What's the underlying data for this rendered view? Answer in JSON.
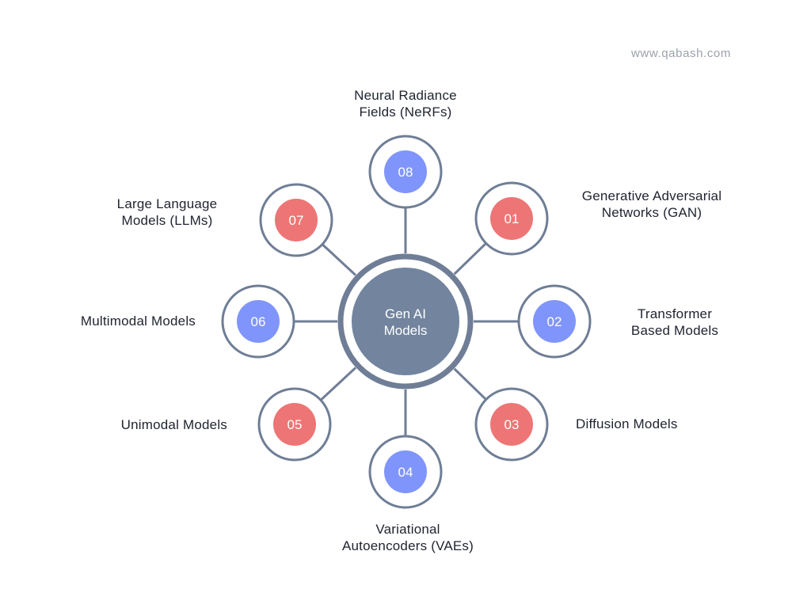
{
  "watermark": "www.qabash.com",
  "colors": {
    "ring": "#6f7e96",
    "connector": "#6f7e96",
    "center_fill": "#72849e",
    "blue_node": "#8095fb",
    "red_node": "#ee7575",
    "label_text": "#1f2330",
    "node_text": "#ffffff"
  },
  "center": {
    "line1": "Gen AI",
    "line2": "Models"
  },
  "nodes": [
    {
      "number": "01",
      "color": "red",
      "label": [
        "Generative Adversarial",
        "Networks (GAN)"
      ]
    },
    {
      "number": "02",
      "color": "blue",
      "label": [
        "Transformer",
        "Based Models"
      ]
    },
    {
      "number": "03",
      "color": "red",
      "label": [
        "Diffusion Models"
      ]
    },
    {
      "number": "04",
      "color": "blue",
      "label": [
        "Variational",
        "Autoencoders (VAEs)"
      ]
    },
    {
      "number": "05",
      "color": "red",
      "label": [
        "Unimodal Models"
      ]
    },
    {
      "number": "06",
      "color": "blue",
      "label": [
        "Multimodal Models"
      ]
    },
    {
      "number": "07",
      "color": "red",
      "label": [
        "Large Language",
        "Models (LLMs)"
      ]
    },
    {
      "number": "08",
      "color": "blue",
      "label": [
        "Neural Radiance",
        "Fields (NeRFs)"
      ]
    }
  ]
}
